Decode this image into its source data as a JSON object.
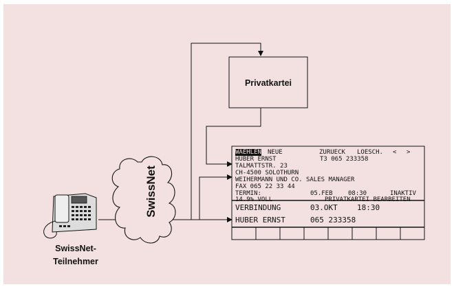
{
  "diagram": {
    "privatkartei_label": "Privatkartei",
    "swissnet_label": "SwissNet",
    "teilnehmer_label": [
      "SwissNet-",
      "Teilnehmer"
    ]
  },
  "display": {
    "menu": {
      "selected": "WAEHLEN",
      "items": [
        "NEUE",
        "ZURUECK",
        "LOESCH.",
        "<",
        ">"
      ]
    },
    "record_lines": [
      "HUBER ERNST",
      "TALMATTSTR. 23",
      "CH-4500 SOLOTHURN",
      "WEIHERMANN UND CO. SALES MANAGER",
      "FAX 065 22 33 44",
      "TERMIN:"
    ],
    "phone": "T3 065 233358",
    "termin": {
      "date": "05.FEB",
      "time": "08:30",
      "status": "INAKTIV"
    },
    "fill": "14.9% VOLL",
    "context_title": "PRIVATKARTEI BEARBEITEN",
    "call_rows": [
      {
        "label": "VERBINDUNG",
        "value1": "03.OKT",
        "value2": "18:30"
      },
      {
        "label": "HUBER ERNST",
        "value1": "065 233358",
        "value2": ""
      }
    ],
    "softkey_count": 8
  },
  "colors": {
    "background": "#f3e1e2",
    "line": "#111111"
  }
}
